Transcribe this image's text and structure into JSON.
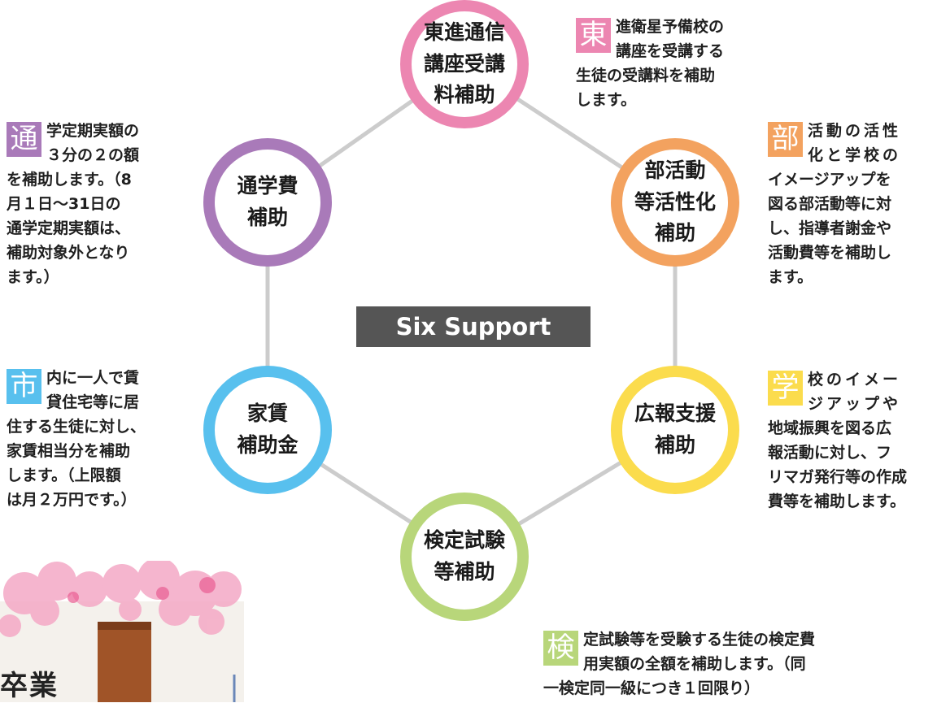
{
  "center_title": "Six Support",
  "supports": [
    {
      "id": "top",
      "title": "東進通信\n講座受講\n料補助",
      "badge": "東",
      "badge_color": "#ec86b1",
      "first_line": "進衛星予備校の\n講座を受講する",
      "rest": "生徒の受講料を補助\nします。"
    },
    {
      "id": "tr",
      "title": "部活動\n等活性化\n補助",
      "badge": "部",
      "badge_color": "#f3a25f",
      "first_line": "活動の活性\n化と学校の",
      "rest": "イメージアップを\n図る部活動等に対\nし、指導者謝金や\n活動費等を補助し\nます。"
    },
    {
      "id": "br",
      "title": "広報支援\n補助",
      "badge": "学",
      "badge_color": "#fbdc4d",
      "first_line": "校のイメー\nジアップや",
      "rest": "地域振興を図る広\n報活動に対し、フ\nリマガ発行等の作成\n費等を補助します。"
    },
    {
      "id": "bottom",
      "title": "検定試験\n等補助",
      "badge": "検",
      "badge_color": "#b8d67a",
      "first_line": "定試験等を受験する生徒の検定費\n用実額の全額を補助します。（同",
      "rest": "一検定同一級につき１回限り）"
    },
    {
      "id": "bl",
      "title": "家賃\n補助金",
      "badge": "市",
      "badge_color": "#58c0ee",
      "first_line": "内に一人で賃\n貸住宅等に居",
      "rest": "住する生徒に対し、\n家賃相当分を補助\nします。（上限額\nは月２万円です。）"
    },
    {
      "id": "tl",
      "title": "通学費\n補助",
      "badge": "通",
      "badge_color": "#a97ab9",
      "first_line": "学定期実額の\n３分の２の額",
      "rest": "を補助します。（8\n月１日～31日の\n通学定期実額は、\n補助対象外となり\nます。）"
    }
  ],
  "photo_caption": "卒業"
}
